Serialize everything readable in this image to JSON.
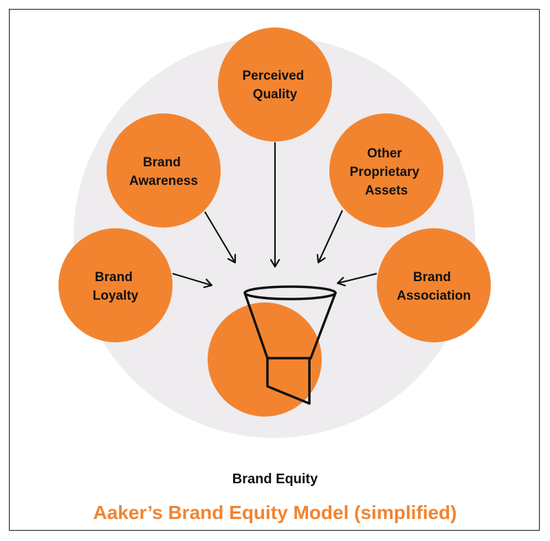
{
  "colors": {
    "accent": "#f28430",
    "background_circle": "#eeecee",
    "ink": "#111111"
  },
  "nodes": {
    "perceived_quality": {
      "lines": [
        "Perceived",
        "Quality"
      ]
    },
    "brand_awareness": {
      "lines": [
        "Brand",
        "Awareness"
      ]
    },
    "other_proprietary_assets": {
      "lines": [
        "Other",
        "Proprietary",
        "Assets"
      ]
    },
    "brand_loyalty": {
      "lines": [
        "Brand",
        "Loyalty"
      ]
    },
    "brand_association": {
      "lines": [
        "Brand",
        "Association"
      ]
    }
  },
  "center": {
    "label": "Brand Equity",
    "icon": "funnel-icon"
  },
  "title": "Aaker’s Brand Equity Model (simplified)"
}
